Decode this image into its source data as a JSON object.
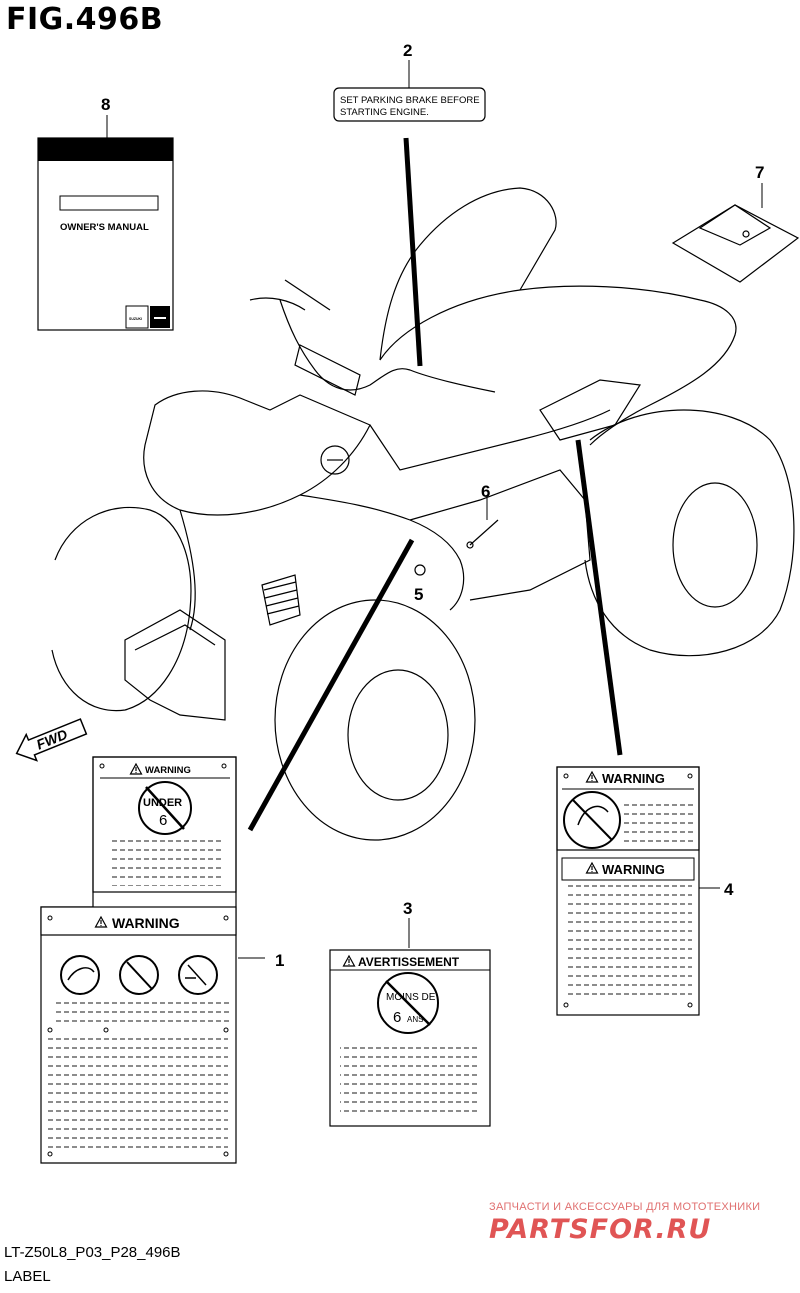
{
  "title": "FIG.496B",
  "callouts": {
    "c1": "1",
    "c2": "2",
    "c3": "3",
    "c4": "4",
    "c5": "5",
    "c6": "6",
    "c7": "7",
    "c8": "8"
  },
  "parking_label": {
    "line1": "SET PARKING BRAKE BEFORE",
    "line2": "STARTING ENGINE."
  },
  "manual": {
    "text": "OWNER'S MANUAL",
    "brand": "SUZUKI"
  },
  "fwd_arrow": "FWD",
  "label_1": {
    "top_heading": "WARNING",
    "under_text": "UNDER",
    "under_number": "6",
    "heading": "WARNING"
  },
  "label_3": {
    "heading": "AVERTISSEMENT",
    "moins_de": "MOINS DE",
    "six": "6",
    "ans": "ANS"
  },
  "label_4": {
    "heading_top": "WARNING",
    "heading_bottom": "WARNING"
  },
  "footer": {
    "code": "LT-Z50L8_P03_P28_496B",
    "name": "LABEL"
  },
  "watermark": {
    "tagline": "ЗАПЧАСТИ И АКСЕССУАРЫ ДЛЯ МОТОТЕХНИКИ",
    "logo": "PARTSFOR.RU"
  }
}
